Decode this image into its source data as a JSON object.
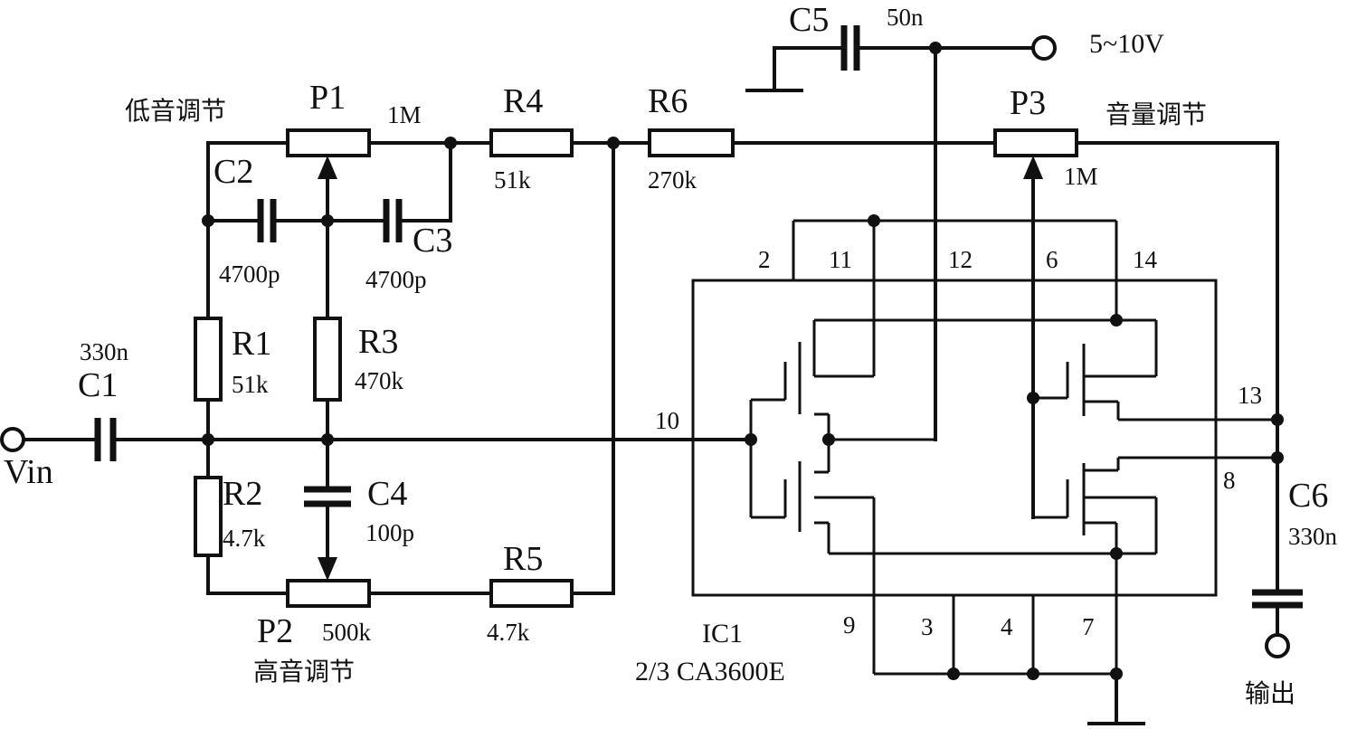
{
  "input": {
    "label": "Vin"
  },
  "output": {
    "label": "输出"
  },
  "supply": {
    "label": "5~10V"
  },
  "controls": {
    "bass": "低音调节",
    "treble": "高音调节",
    "volume": "音量调节"
  },
  "components": {
    "C1": {
      "name": "C1",
      "value": "330n"
    },
    "C2": {
      "name": "C2",
      "value": "4700p"
    },
    "C3": {
      "name": "C3",
      "value": "4700p"
    },
    "C4": {
      "name": "C4",
      "value": "100p"
    },
    "C5": {
      "name": "C5",
      "value": "50n"
    },
    "C6": {
      "name": "C6",
      "value": "330n"
    },
    "R1": {
      "name": "R1",
      "value": "51k"
    },
    "R2": {
      "name": "R2",
      "value": "4.7k"
    },
    "R3": {
      "name": "R3",
      "value": "470k"
    },
    "R4": {
      "name": "R4",
      "value": "51k"
    },
    "R5": {
      "name": "R5",
      "value": "4.7k"
    },
    "R6": {
      "name": "R6",
      "value": "270k"
    },
    "P1": {
      "name": "P1",
      "value": "1M"
    },
    "P2": {
      "name": "P2",
      "value": "500k"
    },
    "P3": {
      "name": "P3",
      "value": "1M"
    }
  },
  "ic": {
    "name": "IC1",
    "part": "2/3  CA3600E",
    "pins": {
      "p2": "2",
      "p11": "11",
      "p12": "12",
      "p6": "6",
      "p14": "14",
      "p10": "10",
      "p13": "13",
      "p8": "8",
      "p9": "9",
      "p3": "3",
      "p4": "4",
      "p7": "7"
    }
  }
}
